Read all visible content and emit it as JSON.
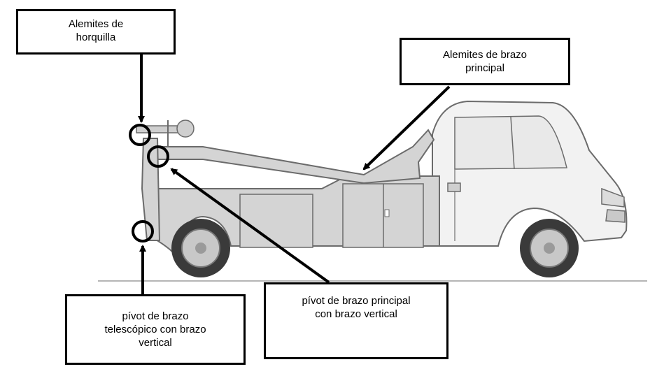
{
  "callouts": {
    "horquilla": "Alemites de\nhorquilla",
    "brazo_principal": "Alemites de brazo\nprincipal",
    "pivot_principal": "pívot de brazo principal\ncon brazo vertical",
    "pivot_telescopico": "pívot de brazo\ntelescópico con brazo\nvertical"
  },
  "colors": {
    "outline": "#000000",
    "body_fill": "#d4d4d4",
    "body_stroke": "#6b6b6b",
    "cab_fill": "#f2f2f2",
    "tire": "#3a3a3a",
    "rim": "#c8c8c8",
    "ground": "#b5b5b5"
  }
}
